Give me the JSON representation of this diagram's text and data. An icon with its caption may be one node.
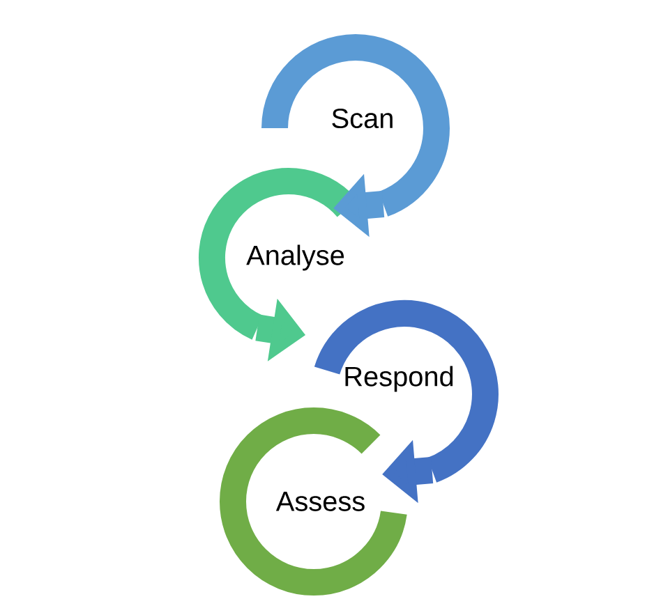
{
  "diagram": {
    "nodes": [
      {
        "text": [
          "Scan"
        ]
      },
      {
        "text": [
          "Analyse"
        ]
      },
      {
        "text": [
          "Respond"
        ]
      },
      {
        "text": [
          "Assess"
        ]
      }
    ],
    "edges": [
      {
        "from": 0,
        "to": 1,
        "arrow": "to"
      },
      {
        "from": 1,
        "to": 2,
        "arrow": "to"
      },
      {
        "from": 2,
        "to": 3,
        "arrow": "to"
      }
    ]
  }
}
